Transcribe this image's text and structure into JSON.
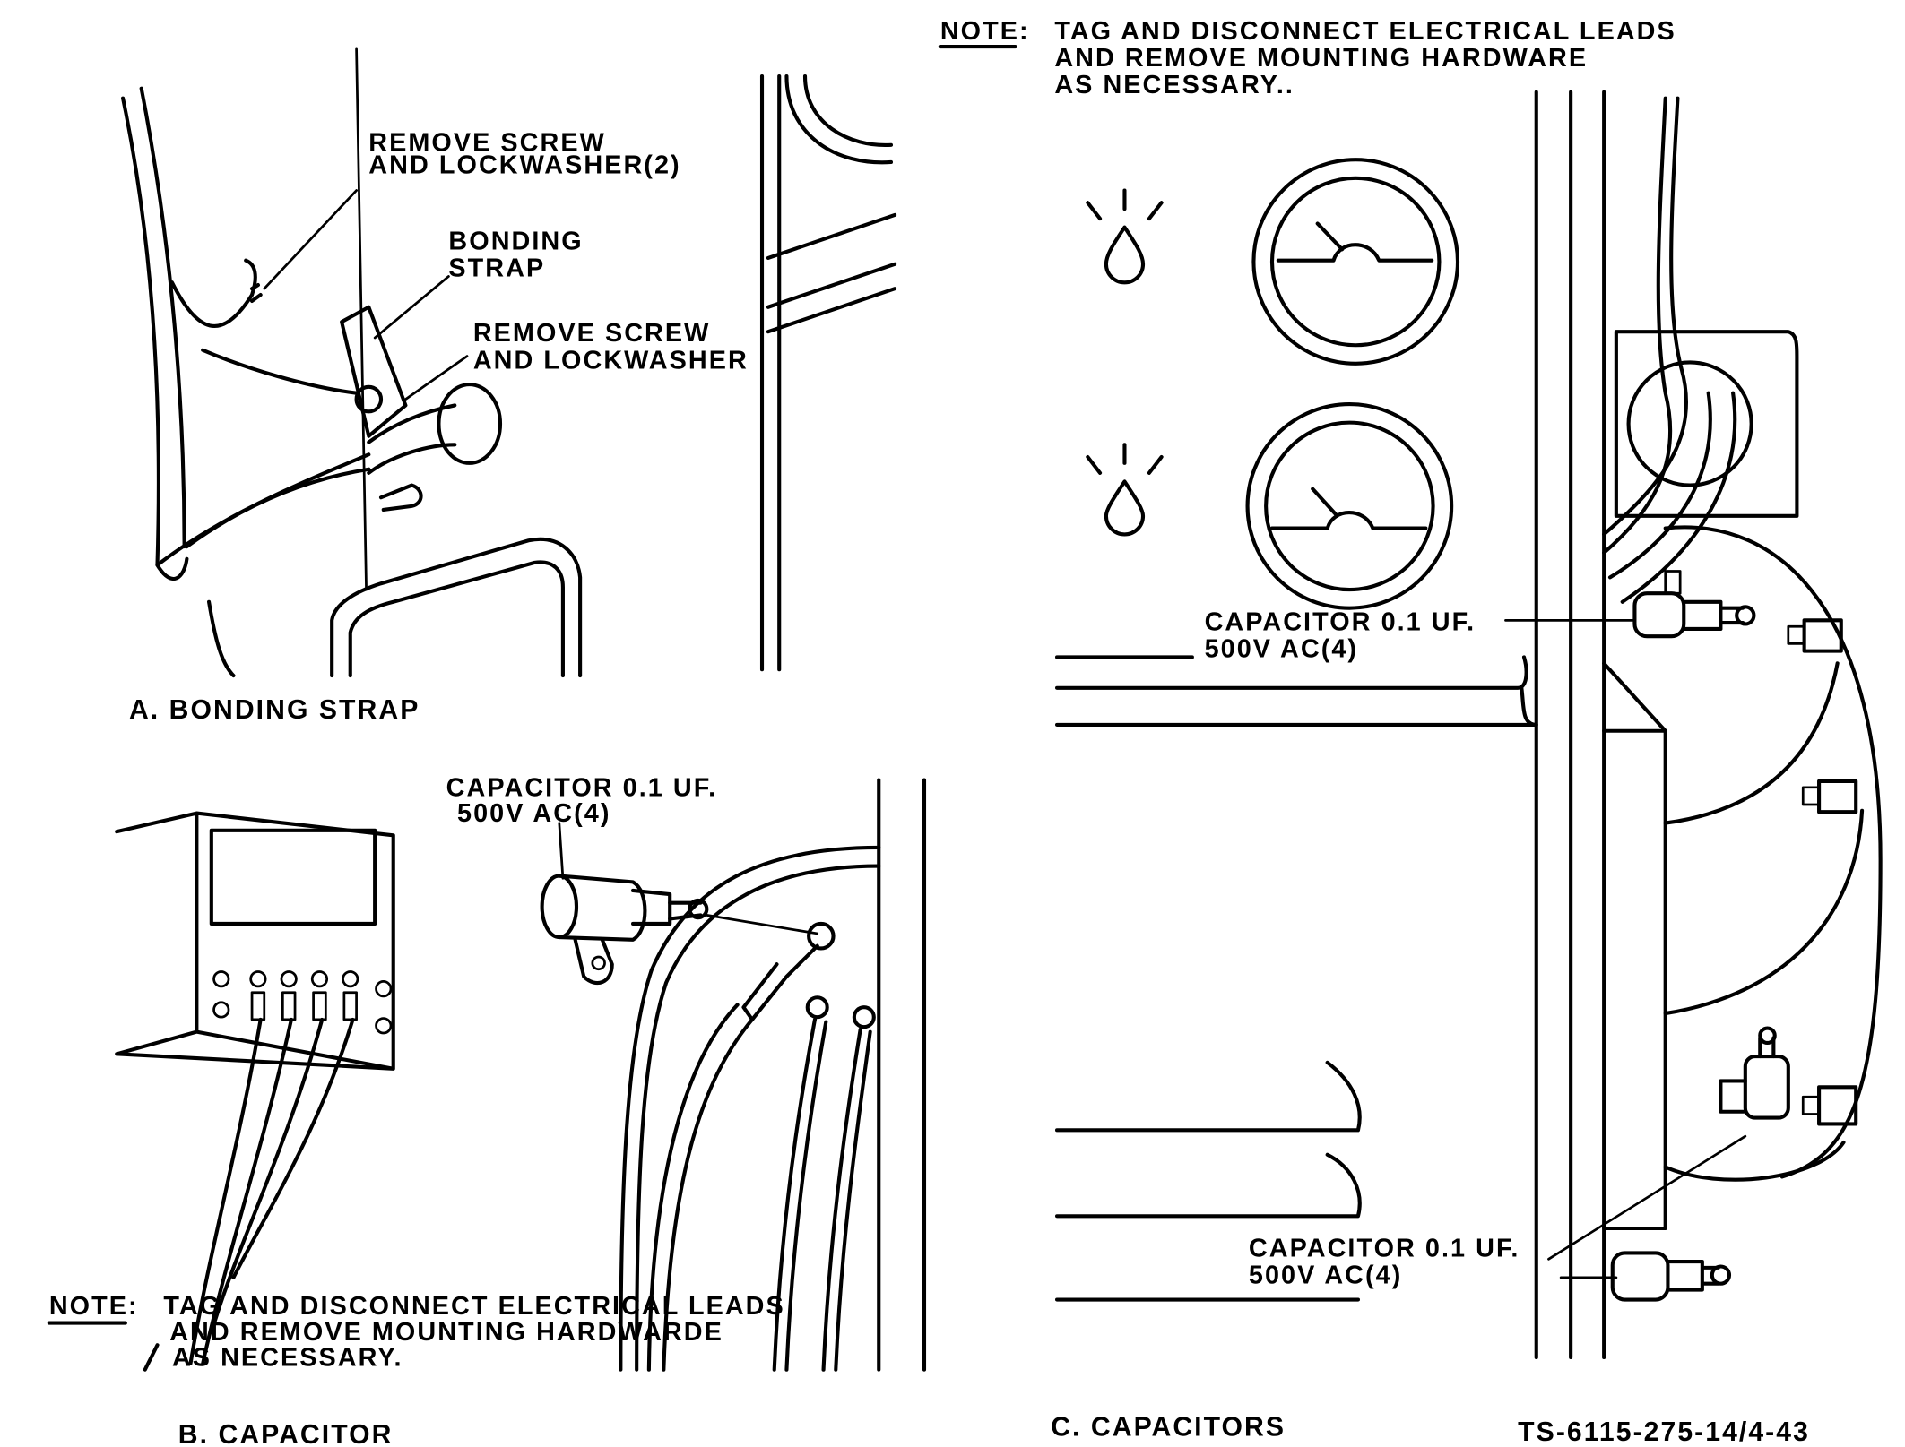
{
  "top_note": {
    "label": "NOTE:",
    "lines": [
      "TAG AND DISCONNECT ELECTRICAL LEADS",
      "AND REMOVE MOUNTING HARDWARE",
      "AS NECESSARY.."
    ]
  },
  "panel_a": {
    "callouts": [
      "REMOVE SCREW",
      "AND LOCKWASHER(2)",
      "BONDING",
      "STRAP",
      "REMOVE SCREW",
      "AND LOCKWASHER"
    ],
    "caption": "A. BONDING STRAP"
  },
  "panel_b": {
    "callout": [
      "CAPACITOR 0.1 UF.",
      "500V AC(4)"
    ],
    "note": {
      "label": "NOTE:",
      "lines": [
        "TAG AND DISCONNECT ELECTRICAL LEADS",
        "AND REMOVE MOUNTING HARDWARDE",
        "AS NECESSARY."
      ]
    },
    "caption": "B. CAPACITOR"
  },
  "panel_c": {
    "callout_upper": [
      "CAPACITOR  0.1 UF.",
      "500V AC(4)"
    ],
    "callout_lower": [
      "CAPACITOR 0.1 UF.",
      "500V AC(4)"
    ],
    "caption": "C. CAPACITORS"
  },
  "figure_id": "TS-6115-275-14/4-43"
}
